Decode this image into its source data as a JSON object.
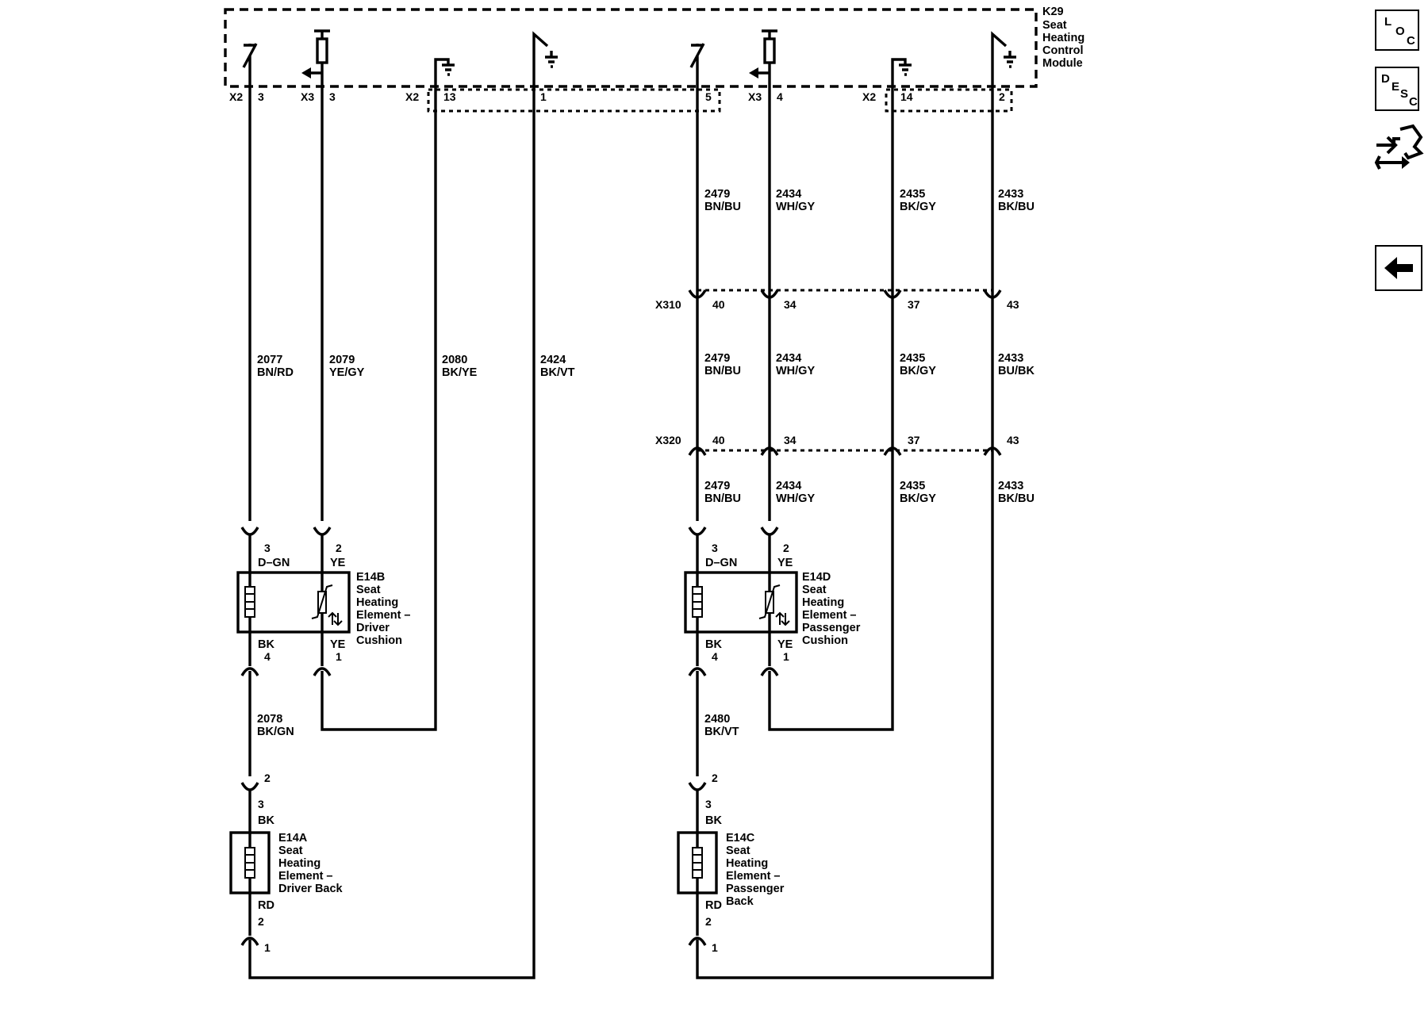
{
  "module": {
    "id": "K29",
    "name_lines": [
      "Seat",
      "Heating",
      "Control",
      "Module"
    ],
    "pins_row1": [
      {
        "conn": "X2",
        "pin": "3"
      },
      {
        "conn": "X3",
        "pin": "3"
      },
      {
        "conn": "X2",
        "pin": "13"
      },
      {
        "conn": "",
        "pin": "1"
      }
    ],
    "pins_row2": [
      {
        "conn": "",
        "pin": "5"
      },
      {
        "conn": "X3",
        "pin": "4"
      },
      {
        "conn": "X2",
        "pin": "14"
      },
      {
        "conn": "",
        "pin": "2"
      }
    ]
  },
  "left_circuits": [
    {
      "num": "2077",
      "color": "BN/RD"
    },
    {
      "num": "2079",
      "color": "YE/GY"
    },
    {
      "num": "2080",
      "color": "BK/YE"
    },
    {
      "num": "2424",
      "color": "BK/VT"
    }
  ],
  "left_lower": {
    "num": "2078",
    "color": "BK/GN"
  },
  "right_top_circuits": [
    {
      "num": "2479",
      "color": "BN/BU"
    },
    {
      "num": "2434",
      "color": "WH/GY"
    },
    {
      "num": "2435",
      "color": "BK/GY"
    },
    {
      "num": "2433",
      "color": "BK/BU"
    }
  ],
  "right_mid_circuits": [
    {
      "num": "2479",
      "color": "BN/BU"
    },
    {
      "num": "2434",
      "color": "WH/GY"
    },
    {
      "num": "2435",
      "color": "BK/GY"
    },
    {
      "num": "2433",
      "color": "BU/BK"
    }
  ],
  "right_low_circuits": [
    {
      "num": "2479",
      "color": "BN/BU"
    },
    {
      "num": "2434",
      "color": "WH/GY"
    },
    {
      "num": "2435",
      "color": "BK/GY"
    },
    {
      "num": "2433",
      "color": "BK/BU"
    }
  ],
  "right_lower": {
    "num": "2480",
    "color": "BK/VT"
  },
  "inline_connectors": [
    {
      "id": "X310",
      "pins": [
        "40",
        "34",
        "37",
        "43"
      ]
    },
    {
      "id": "X320",
      "pins": [
        "40",
        "34",
        "37",
        "43"
      ]
    }
  ],
  "components": [
    {
      "id": "E14B",
      "lines": [
        "Seat",
        "Heating",
        "Element –",
        "Driver",
        "Cushion"
      ],
      "top_pins": [
        {
          "pin": "3",
          "color": "D–GN"
        },
        {
          "pin": "2",
          "color": "YE"
        }
      ],
      "bottom_pins": [
        {
          "pin": "4",
          "color": "BK"
        },
        {
          "pin": "1",
          "color": "YE"
        }
      ]
    },
    {
      "id": "E14D",
      "lines": [
        "Seat",
        "Heating",
        "Element –",
        "Passenger",
        "Cushion"
      ],
      "top_pins": [
        {
          "pin": "3",
          "color": "D–GN"
        },
        {
          "pin": "2",
          "color": "YE"
        }
      ],
      "bottom_pins": [
        {
          "pin": "4",
          "color": "BK"
        },
        {
          "pin": "1",
          "color": "YE"
        }
      ]
    },
    {
      "id": "E14A",
      "lines": [
        "Seat",
        "Heating",
        "Element –",
        "Driver Back"
      ],
      "top_pins": [
        {
          "pin": "2",
          "color": ""
        },
        {
          "pin": "3",
          "color": "BK"
        }
      ],
      "bottom_pins": [
        {
          "pin": "2",
          "color": "RD"
        },
        {
          "pin": "1",
          "color": ""
        }
      ]
    },
    {
      "id": "E14C",
      "lines": [
        "Seat",
        "Heating",
        "Element –",
        "Passenger",
        "Back"
      ],
      "top_pins": [
        {
          "pin": "2",
          "color": ""
        },
        {
          "pin": "3",
          "color": "BK"
        }
      ],
      "bottom_pins": [
        {
          "pin": "2",
          "color": "RD"
        },
        {
          "pin": "1",
          "color": ""
        }
      ]
    }
  ],
  "side_buttons": {
    "loc": [
      "L",
      "O",
      "C"
    ],
    "desc": [
      "D",
      "E",
      "S",
      "C"
    ],
    "connector_icon": "connector-end-view-icon",
    "back_icon": "back-arrow-icon"
  }
}
